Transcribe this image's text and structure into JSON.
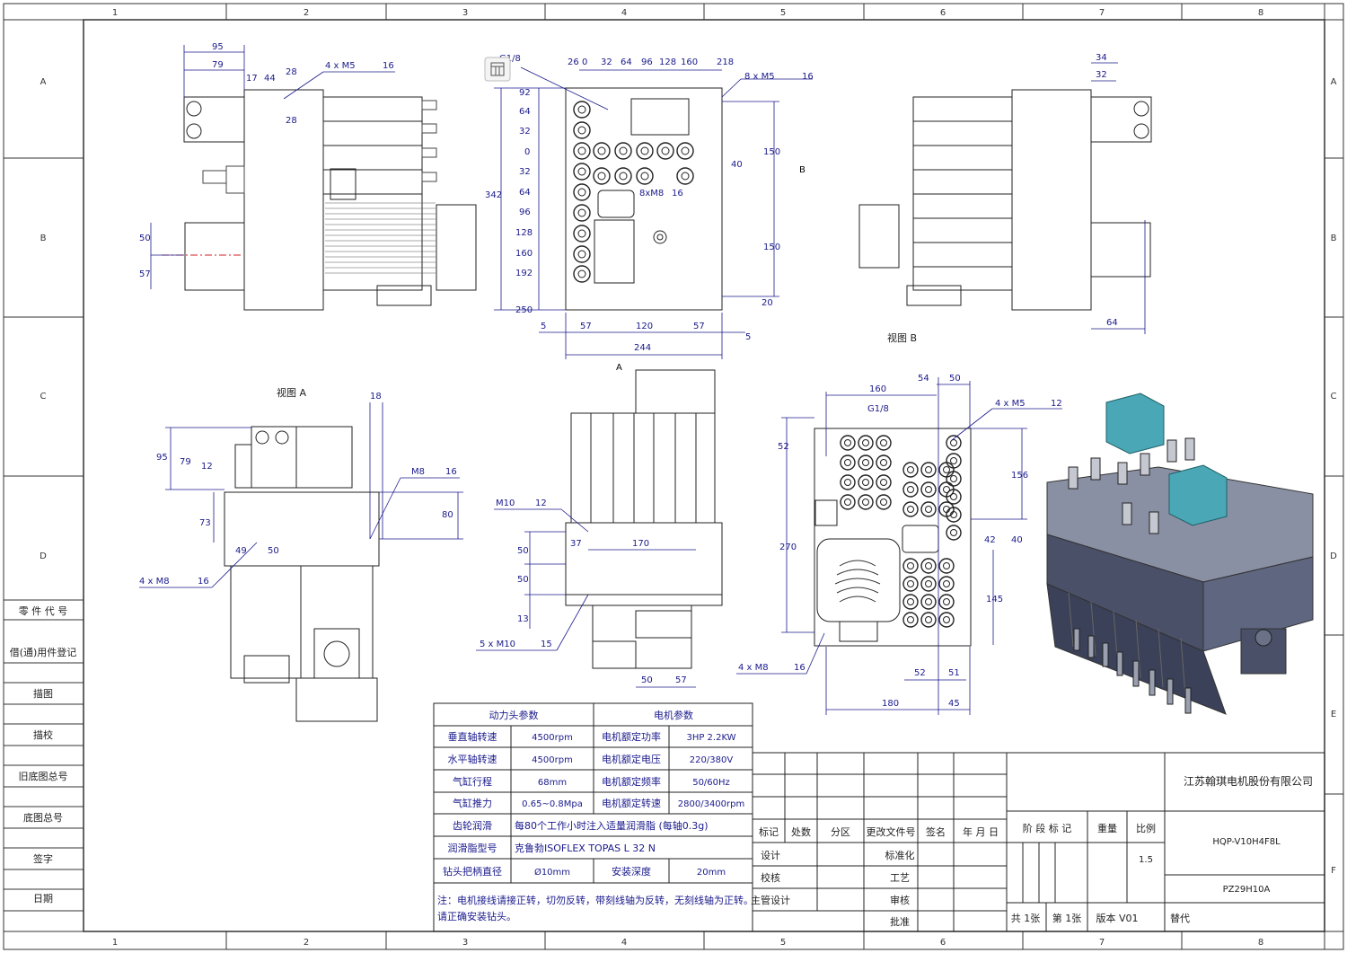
{
  "frame": {
    "col_labels": [
      "1",
      "2",
      "3",
      "4",
      "5",
      "6",
      "7",
      "8"
    ],
    "row_labels_left": [
      "A",
      "B",
      "C",
      "D"
    ],
    "row_labels_right": [
      "A",
      "B",
      "C",
      "D",
      "E",
      "F"
    ]
  },
  "left_register": [
    "零 件 代 号",
    "借(通)用件登记",
    "描图",
    "描校",
    "旧底图总号",
    "底图总号",
    "签字",
    "日期"
  ],
  "view_labels": {
    "view_a": "视图 A",
    "view_b": "视图 B",
    "arrow_a": "A",
    "arrow_b": "B"
  },
  "dims": {
    "tl": [
      "95",
      "79",
      "44",
      "17",
      "28",
      "28",
      "4 x M5",
      "16",
      "50",
      "57"
    ],
    "tc_top": [
      "G1/8",
      "26",
      "0",
      "32",
      "64",
      "96",
      "128",
      "160",
      "218",
      "8 x M5",
      "16"
    ],
    "tc_left": [
      "92",
      "64",
      "32",
      "0",
      "32",
      "64",
      "96",
      "128",
      "160",
      "192",
      "250",
      "342"
    ],
    "tc_right": [
      "150",
      "40",
      "150",
      "20",
      "5"
    ],
    "tc_bottom": [
      "5",
      "57",
      "120",
      "57",
      "244"
    ],
    "tc_note": [
      "8xM8",
      "16"
    ],
    "tr": [
      "34",
      "32",
      "64"
    ],
    "ml": [
      "18",
      "95",
      "79",
      "12",
      "73",
      "49",
      "50",
      "80",
      "M8",
      "16",
      "4 x M8",
      "16"
    ],
    "mc": [
      "M10",
      "12",
      "37",
      "170",
      "50",
      "50",
      "13",
      "5 x M10",
      "15",
      "50",
      "57"
    ],
    "mr": [
      "160",
      "54",
      "50",
      "G1/8",
      "4 x M5",
      "12",
      "52",
      "156",
      "270",
      "42",
      "40",
      "145",
      "4 x M8",
      "16",
      "52",
      "51",
      "180",
      "45"
    ]
  },
  "params_table": {
    "header_left": "动力头参数",
    "header_right": "电机参数",
    "rows": [
      [
        "垂直轴转速",
        "4500rpm",
        "电机额定功率",
        "3HP  2.2KW"
      ],
      [
        "水平轴转速",
        "4500rpm",
        "电机额定电压",
        "220/380V"
      ],
      [
        "气缸行程",
        "68mm",
        "电机额定频率",
        "50/60Hz"
      ],
      [
        "气缸推力",
        "0.65~0.8Mpa",
        "电机额定转速",
        "2800/3400rpm"
      ]
    ],
    "lubrication_label": "齿轮润滑",
    "lubrication_value": "每80个工作小时注入适量润滑脂 (每轴0.3g)",
    "grease_label": "润滑脂型号",
    "grease_value": "克鲁勃ISOFLEX TOPAS L 32 N",
    "chuck_label": "钻头把柄直径",
    "chuck_value": "Ø10mm",
    "depth_label": "安装深度",
    "depth_value": "20mm",
    "note": [
      "注：电机接线请接正转，切勿反转，带刻线轴为反转，无刻线轴为正转。",
      "请正确安装钻头。"
    ]
  },
  "title_block": {
    "company": "江苏翰琪电机股份有限公司",
    "drawing_no": "HQP-V10H4F8L",
    "part_no": "PZ29H10A",
    "labels": [
      "标记",
      "处数",
      "分区",
      "更改文件号",
      "签名",
      "年 月 日"
    ],
    "stage_label": "阶 段 标 记",
    "weight_label": "重量",
    "scale_label": "比例",
    "scale_value": "1.5",
    "roles_left": [
      "设计",
      "校核",
      "主管设计"
    ],
    "roles_mid": [
      "标准化",
      "工艺",
      "审核",
      "批准"
    ],
    "sheets_total": "共 1张",
    "sheet_no": "第 1张",
    "version": "版本  V01",
    "replaces": "替代"
  },
  "colors": {
    "dim": "#1a1a8c",
    "line": "#222222",
    "valve": "#4aa7b5",
    "body": "#8a90a3",
    "body_dark": "#4a5068",
    "center": "#cc2222"
  }
}
